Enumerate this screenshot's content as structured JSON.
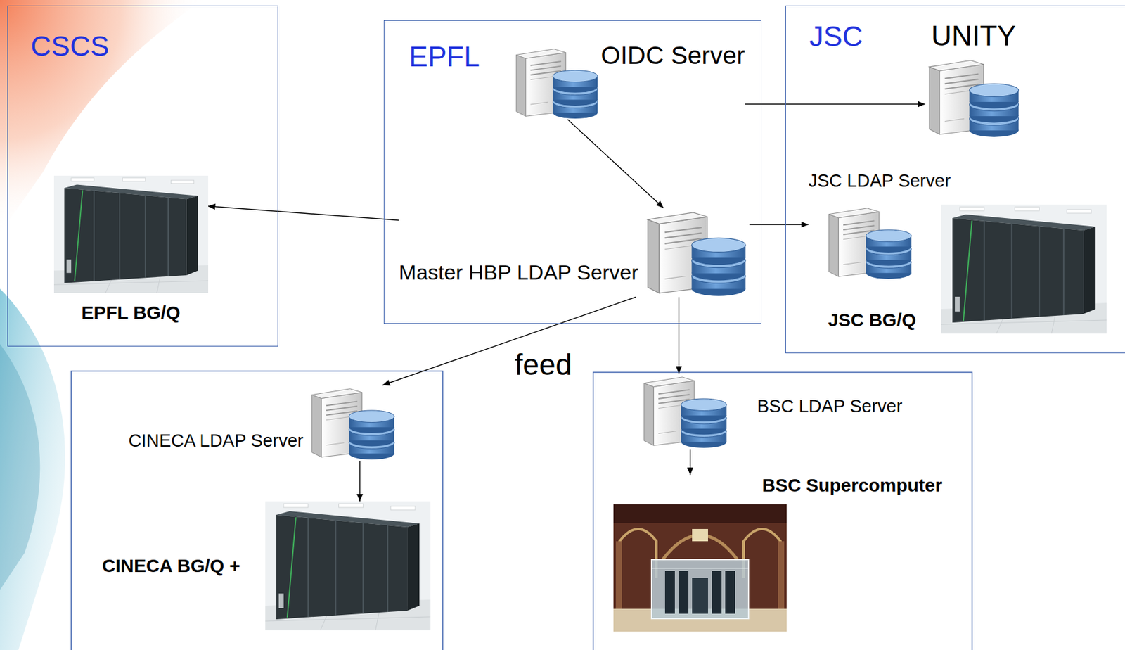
{
  "diagram": {
    "nodes": [
      {
        "text": [
          "CSCS"
        ]
      },
      {
        "text": [
          "EPFL BG/Q"
        ],
        "in": 0
      },
      {
        "text": [
          "EPFL"
        ]
      },
      {
        "text": [
          "OIDC Server"
        ],
        "in": 2
      },
      {
        "text": [
          "Master HBP LDAP Server"
        ],
        "in": 2
      },
      {
        "text": [
          "JSC"
        ]
      },
      {
        "text": [
          "UNITY"
        ],
        "in": 5
      },
      {
        "text": [
          "JSC LDAP Server"
        ],
        "in": 5
      },
      {
        "text": [
          "JSC BG/Q"
        ],
        "in": 5
      },
      {
        "text": [
          "CINECA LDAP Server"
        ]
      },
      {
        "text": [
          "CINECA BG/Q +"
        ]
      },
      {
        "text": [
          "BSC LDAP Server"
        ]
      },
      {
        "text": [
          "BSC Supercomputer"
        ]
      }
    ],
    "edges": [
      {
        "from": 3,
        "to": 6,
        "arrow": "to"
      },
      {
        "from": 3,
        "to": 4,
        "arrow": "to"
      },
      {
        "from": 4,
        "to": 1,
        "arrow": "to"
      },
      {
        "from": 4,
        "to": 7,
        "arrow": "to"
      },
      {
        "from": 4,
        "to": 9,
        "arrow": "to"
      },
      {
        "from": 4,
        "to": 11,
        "arrow": "to"
      },
      {
        "from": 9,
        "to": 10,
        "arrow": "to"
      },
      {
        "from": 11,
        "to": 12,
        "arrow": "to"
      }
    ],
    "labels": [
      "feed"
    ]
  }
}
